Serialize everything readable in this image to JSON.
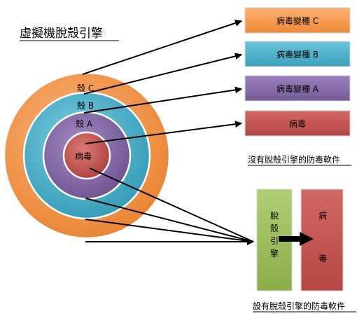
{
  "title": "虛擬機脫殼引擎",
  "rings": [
    {
      "label": "殼 C",
      "color": "#F79646"
    },
    {
      "label": "殼 B",
      "color": "#4BACC6"
    },
    {
      "label": "殼 A",
      "color": "#8064A2"
    },
    {
      "label": "病毒",
      "color": "#C0504D"
    }
  ],
  "top_boxes": [
    {
      "label": "病毒變種 C",
      "color": "#F79646"
    },
    {
      "label": "病毒變種 B",
      "color": "#4BACC6"
    },
    {
      "label": "病毒變種 A",
      "color": "#8064A2"
    },
    {
      "label": "病毒",
      "color": "#C0504D"
    }
  ],
  "caption_without": "沒有脫殼引擎的防毒軟件",
  "engine_box": {
    "chars": [
      "脫",
      "殼",
      "引",
      "擎"
    ],
    "color": "#9BBB59"
  },
  "virus_box": {
    "chars": [
      "病",
      "毒"
    ],
    "color": "#C0504D"
  },
  "caption_with": "設有脫殼引擎的防毒軟件"
}
